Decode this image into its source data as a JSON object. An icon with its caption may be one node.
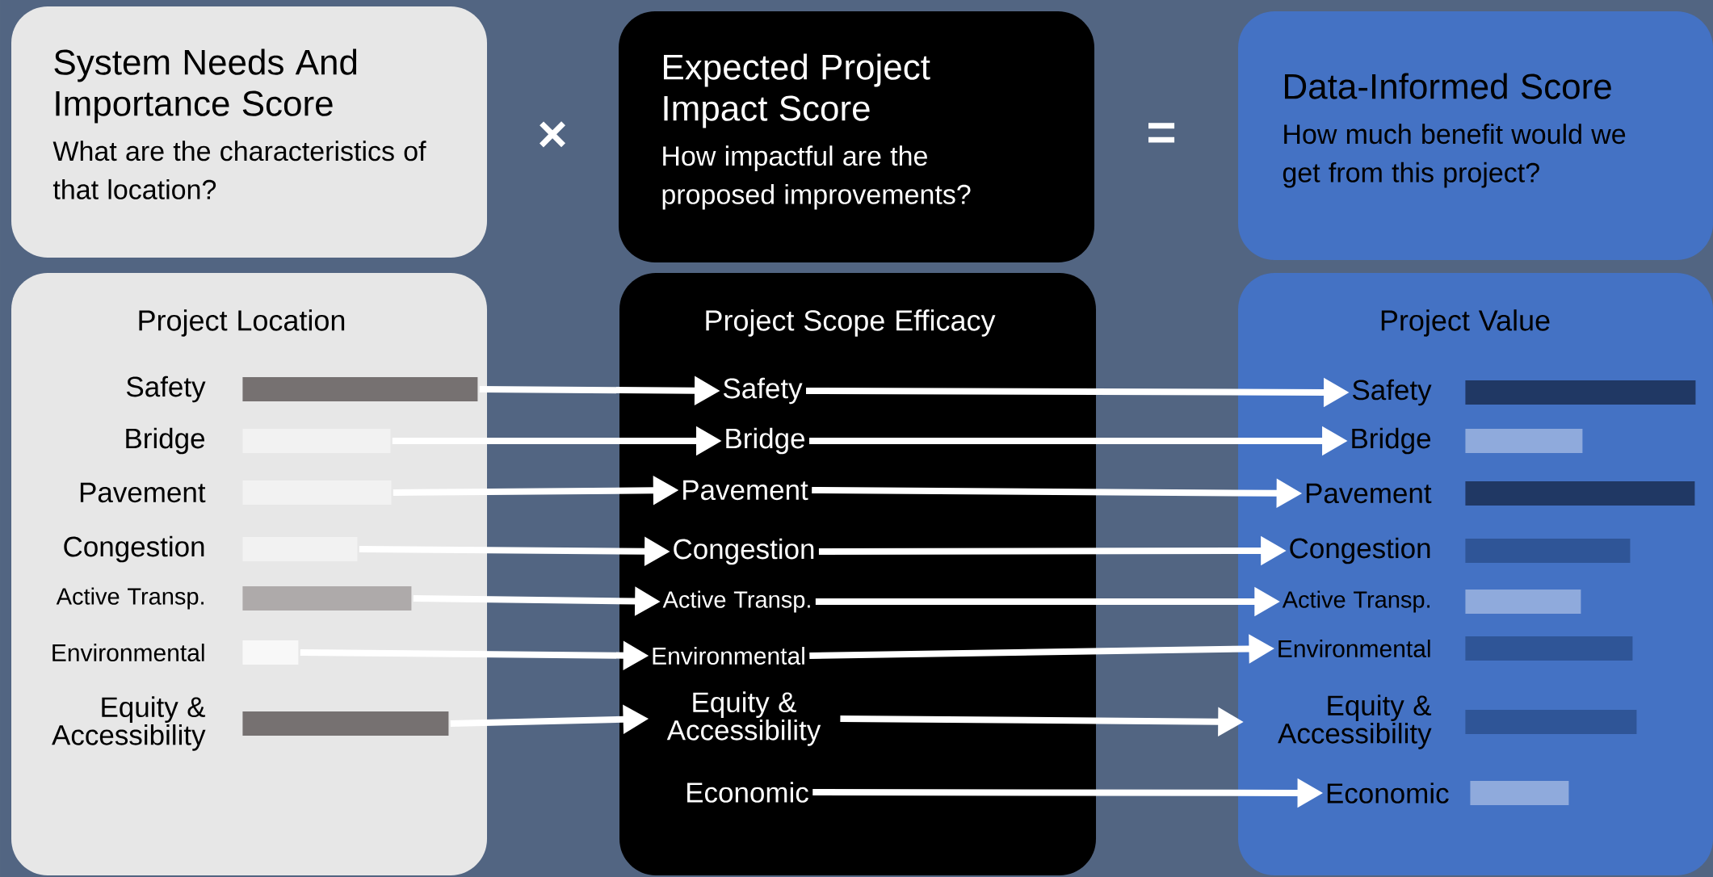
{
  "diagram": {
    "nodes": [
      {
        "text": [
          "System Needs And Importance Score",
          "What are the characteristics of that location?"
        ]
      },
      {
        "text": [
          "Expected Project Impact Score",
          "How impactful are the proposed improvements?"
        ]
      },
      {
        "text": [
          "Data-Informed Score",
          "How much benefit would we get from this project?"
        ]
      },
      {
        "text": [
          "Project Location"
        ]
      },
      {
        "text": [
          "Safety"
        ],
        "in": 3
      },
      {
        "text": [],
        "shape": "bar",
        "in": 3
      },
      {
        "text": [
          "Bridge"
        ],
        "in": 3
      },
      {
        "text": [],
        "shape": "bar",
        "in": 3
      },
      {
        "text": [
          "Pavement"
        ],
        "in": 3
      },
      {
        "text": [],
        "shape": "bar",
        "in": 3
      },
      {
        "text": [
          "Congestion"
        ],
        "in": 3
      },
      {
        "text": [],
        "shape": "bar",
        "in": 3
      },
      {
        "text": [
          "Active Transp."
        ],
        "in": 3
      },
      {
        "text": [],
        "shape": "bar",
        "in": 3
      },
      {
        "text": [
          "Environmental"
        ],
        "in": 3
      },
      {
        "text": [],
        "shape": "bar",
        "in": 3
      },
      {
        "text": [
          "Equity & Accessibility"
        ],
        "in": 3
      },
      {
        "text": [],
        "shape": "bar",
        "in": 3
      },
      {
        "text": [
          "Project Scope Efficacy"
        ]
      },
      {
        "text": [
          "Safety"
        ],
        "in": 18
      },
      {
        "text": [
          "Bridge"
        ],
        "in": 18
      },
      {
        "text": [
          "Pavement"
        ],
        "in": 18
      },
      {
        "text": [
          "Congestion"
        ],
        "in": 18
      },
      {
        "text": [
          "Active Transp."
        ],
        "in": 18
      },
      {
        "text": [
          "Environmental"
        ],
        "in": 18
      },
      {
        "text": [
          "Equity & Accessibility"
        ],
        "in": 18
      },
      {
        "text": [
          "Economic"
        ],
        "in": 18
      },
      {
        "text": [
          "Project Value"
        ]
      },
      {
        "text": [
          "Safety"
        ],
        "in": 27
      },
      {
        "text": [],
        "shape": "bar",
        "in": 27
      },
      {
        "text": [
          "Bridge"
        ],
        "in": 27
      },
      {
        "text": [],
        "shape": "bar",
        "in": 27
      },
      {
        "text": [
          "Pavement"
        ],
        "in": 27
      },
      {
        "text": [],
        "shape": "bar",
        "in": 27
      },
      {
        "text": [
          "Congestion"
        ],
        "in": 27
      },
      {
        "text": [],
        "shape": "bar",
        "in": 27
      },
      {
        "text": [
          "Active Transp."
        ],
        "in": 27
      },
      {
        "text": [],
        "shape": "bar",
        "in": 27
      },
      {
        "text": [
          "Environmental"
        ],
        "in": 27
      },
      {
        "text": [],
        "shape": "bar",
        "in": 27
      },
      {
        "text": [
          "Equity & Accessibility"
        ],
        "in": 27
      },
      {
        "text": [],
        "shape": "bar",
        "in": 27
      },
      {
        "text": [
          "Economic"
        ],
        "in": 27
      },
      {
        "text": [],
        "shape": "bar",
        "in": 27
      }
    ],
    "edges": [
      {
        "from": 5,
        "to": 19,
        "arrow": "to"
      },
      {
        "from": 7,
        "to": 20,
        "arrow": "to"
      },
      {
        "from": 9,
        "to": 21,
        "arrow": "to"
      },
      {
        "from": 11,
        "to": 22,
        "arrow": "to"
      },
      {
        "from": 13,
        "to": 23,
        "arrow": "to"
      },
      {
        "from": 15,
        "to": 24,
        "arrow": "to"
      },
      {
        "from": 17,
        "to": 25,
        "arrow": "to"
      },
      {
        "from": 19,
        "to": 28,
        "arrow": "to"
      },
      {
        "from": 20,
        "to": 30,
        "arrow": "to"
      },
      {
        "from": 21,
        "to": 32,
        "arrow": "to"
      },
      {
        "from": 22,
        "to": 34,
        "arrow": "to"
      },
      {
        "from": 23,
        "to": 36,
        "arrow": "to"
      },
      {
        "from": 24,
        "to": 38,
        "arrow": "to"
      },
      {
        "from": 25,
        "to": 40,
        "arrow": "to"
      },
      {
        "from": 26,
        "to": 42,
        "arrow": "to"
      }
    ],
    "labels": [
      "×",
      "="
    ]
  }
}
